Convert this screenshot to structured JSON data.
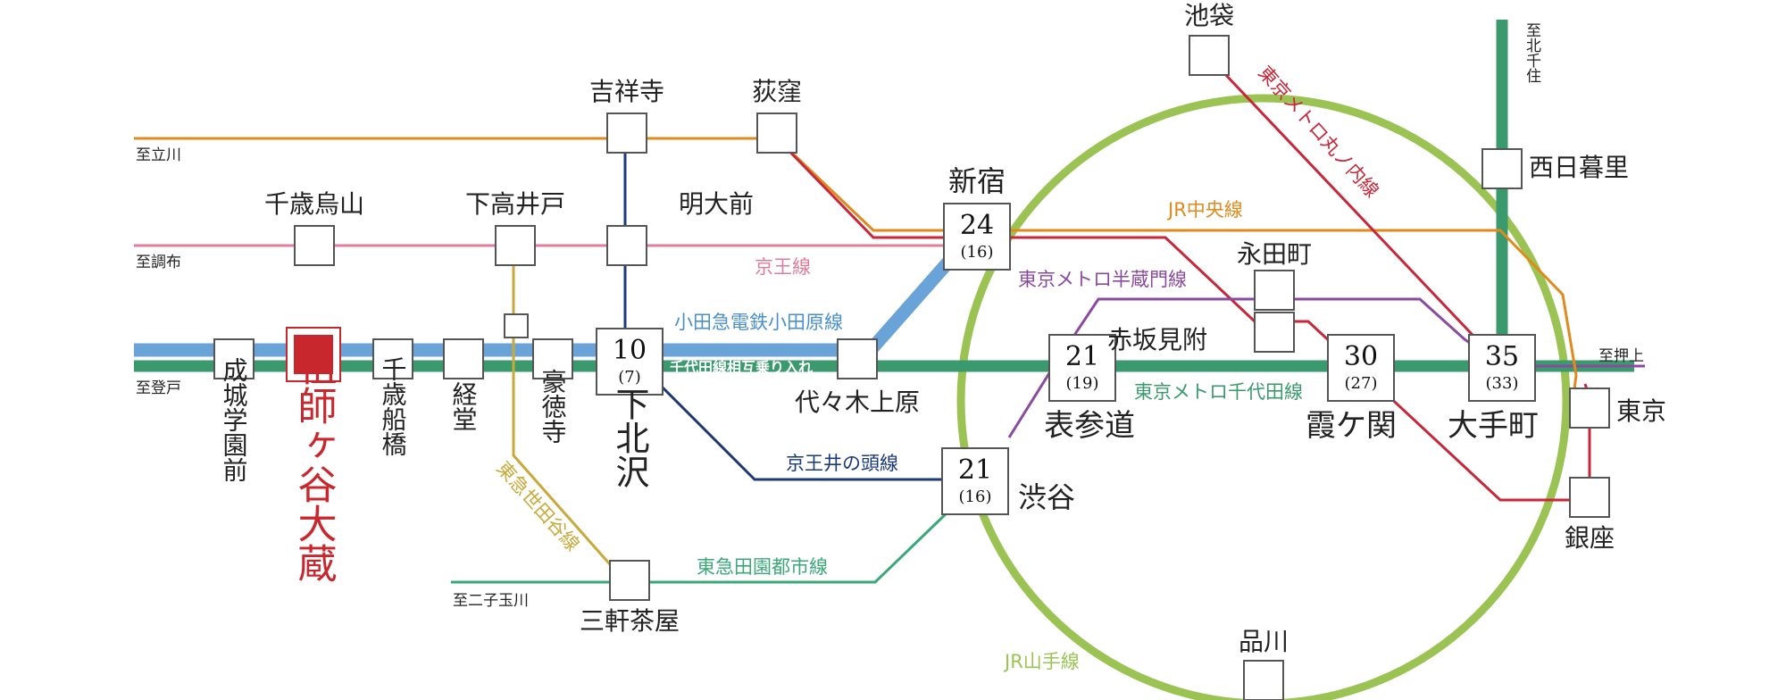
{
  "colors": {
    "odakyu": "#6aa3d8",
    "chiyoda": "#3a9a6e",
    "chuo": "#e08a1e",
    "keio": "#e27c9b",
    "marunouchi": "#c8273a",
    "hanzomon": "#8a4aa0",
    "inokashira": "#1c3a7a",
    "setagaya": "#c8a93a",
    "denentoshi": "#3aa878",
    "yamanote": "#9bc354",
    "hibiya_tozai": "#3a9a6e",
    "highlight": "#c8272d"
  },
  "directions": {
    "tachikawa": "至立川",
    "chofu": "至調布",
    "noborito": "至登戸",
    "futakotamagawa": "至二子玉川",
    "kitasenju": "至北千住",
    "oshiage": "至押上"
  },
  "lines": {
    "chuo": "JR中央線",
    "keio": "京王線",
    "odakyu": "小田急電鉄小田原線",
    "through": "千代田線相互乗り入れ",
    "inokashira": "京王井の頭線",
    "setagaya": "東急世田谷線",
    "denentoshi": "東急田園都市線",
    "hanzomon": "東京メトロ半蔵門線",
    "chiyoda": "東京メトロ千代田線",
    "marunouchi": "東京メトロ丸ノ内線",
    "yamanote": "JR山手線"
  },
  "stations": {
    "kichijoji": "吉祥寺",
    "ogikubo": "荻窪",
    "chitosekarasuyama": "千歳烏山",
    "shimotakaido": "下高井戸",
    "meidaimae": "明大前",
    "shinjuku": "新宿",
    "ikebukuro": "池袋",
    "nishinippori": "西日暮里",
    "nagatacho": "永田町",
    "akasakamitsuke": "赤坂見附",
    "seijogakuenmae": "成城学園前",
    "soshigayaokura": "祖師ヶ谷大蔵",
    "chitosefunabashi": "千歳船橋",
    "kyodo": "経堂",
    "gotokuji": "豪徳寺",
    "shimokitazawa": "下北沢",
    "yoyogiuehara": "代々木上原",
    "omotesando": "表参道",
    "kasumigaseki": "霞ケ関",
    "otemachi": "大手町",
    "tokyo": "東京",
    "shibuya": "渋谷",
    "ginza": "銀座",
    "sangenjaya": "三軒茶屋",
    "shinagawa": "品川"
  },
  "times": {
    "shimokitazawa": {
      "main": "10",
      "sub": "(7)"
    },
    "shinjuku": {
      "main": "24",
      "sub": "(16)"
    },
    "omotesando": {
      "main": "21",
      "sub": "(19)"
    },
    "kasumigaseki": {
      "main": "30",
      "sub": "(27)"
    },
    "otemachi": {
      "main": "35",
      "sub": "(33)"
    },
    "shibuya": {
      "main": "21",
      "sub": "(16)"
    }
  }
}
